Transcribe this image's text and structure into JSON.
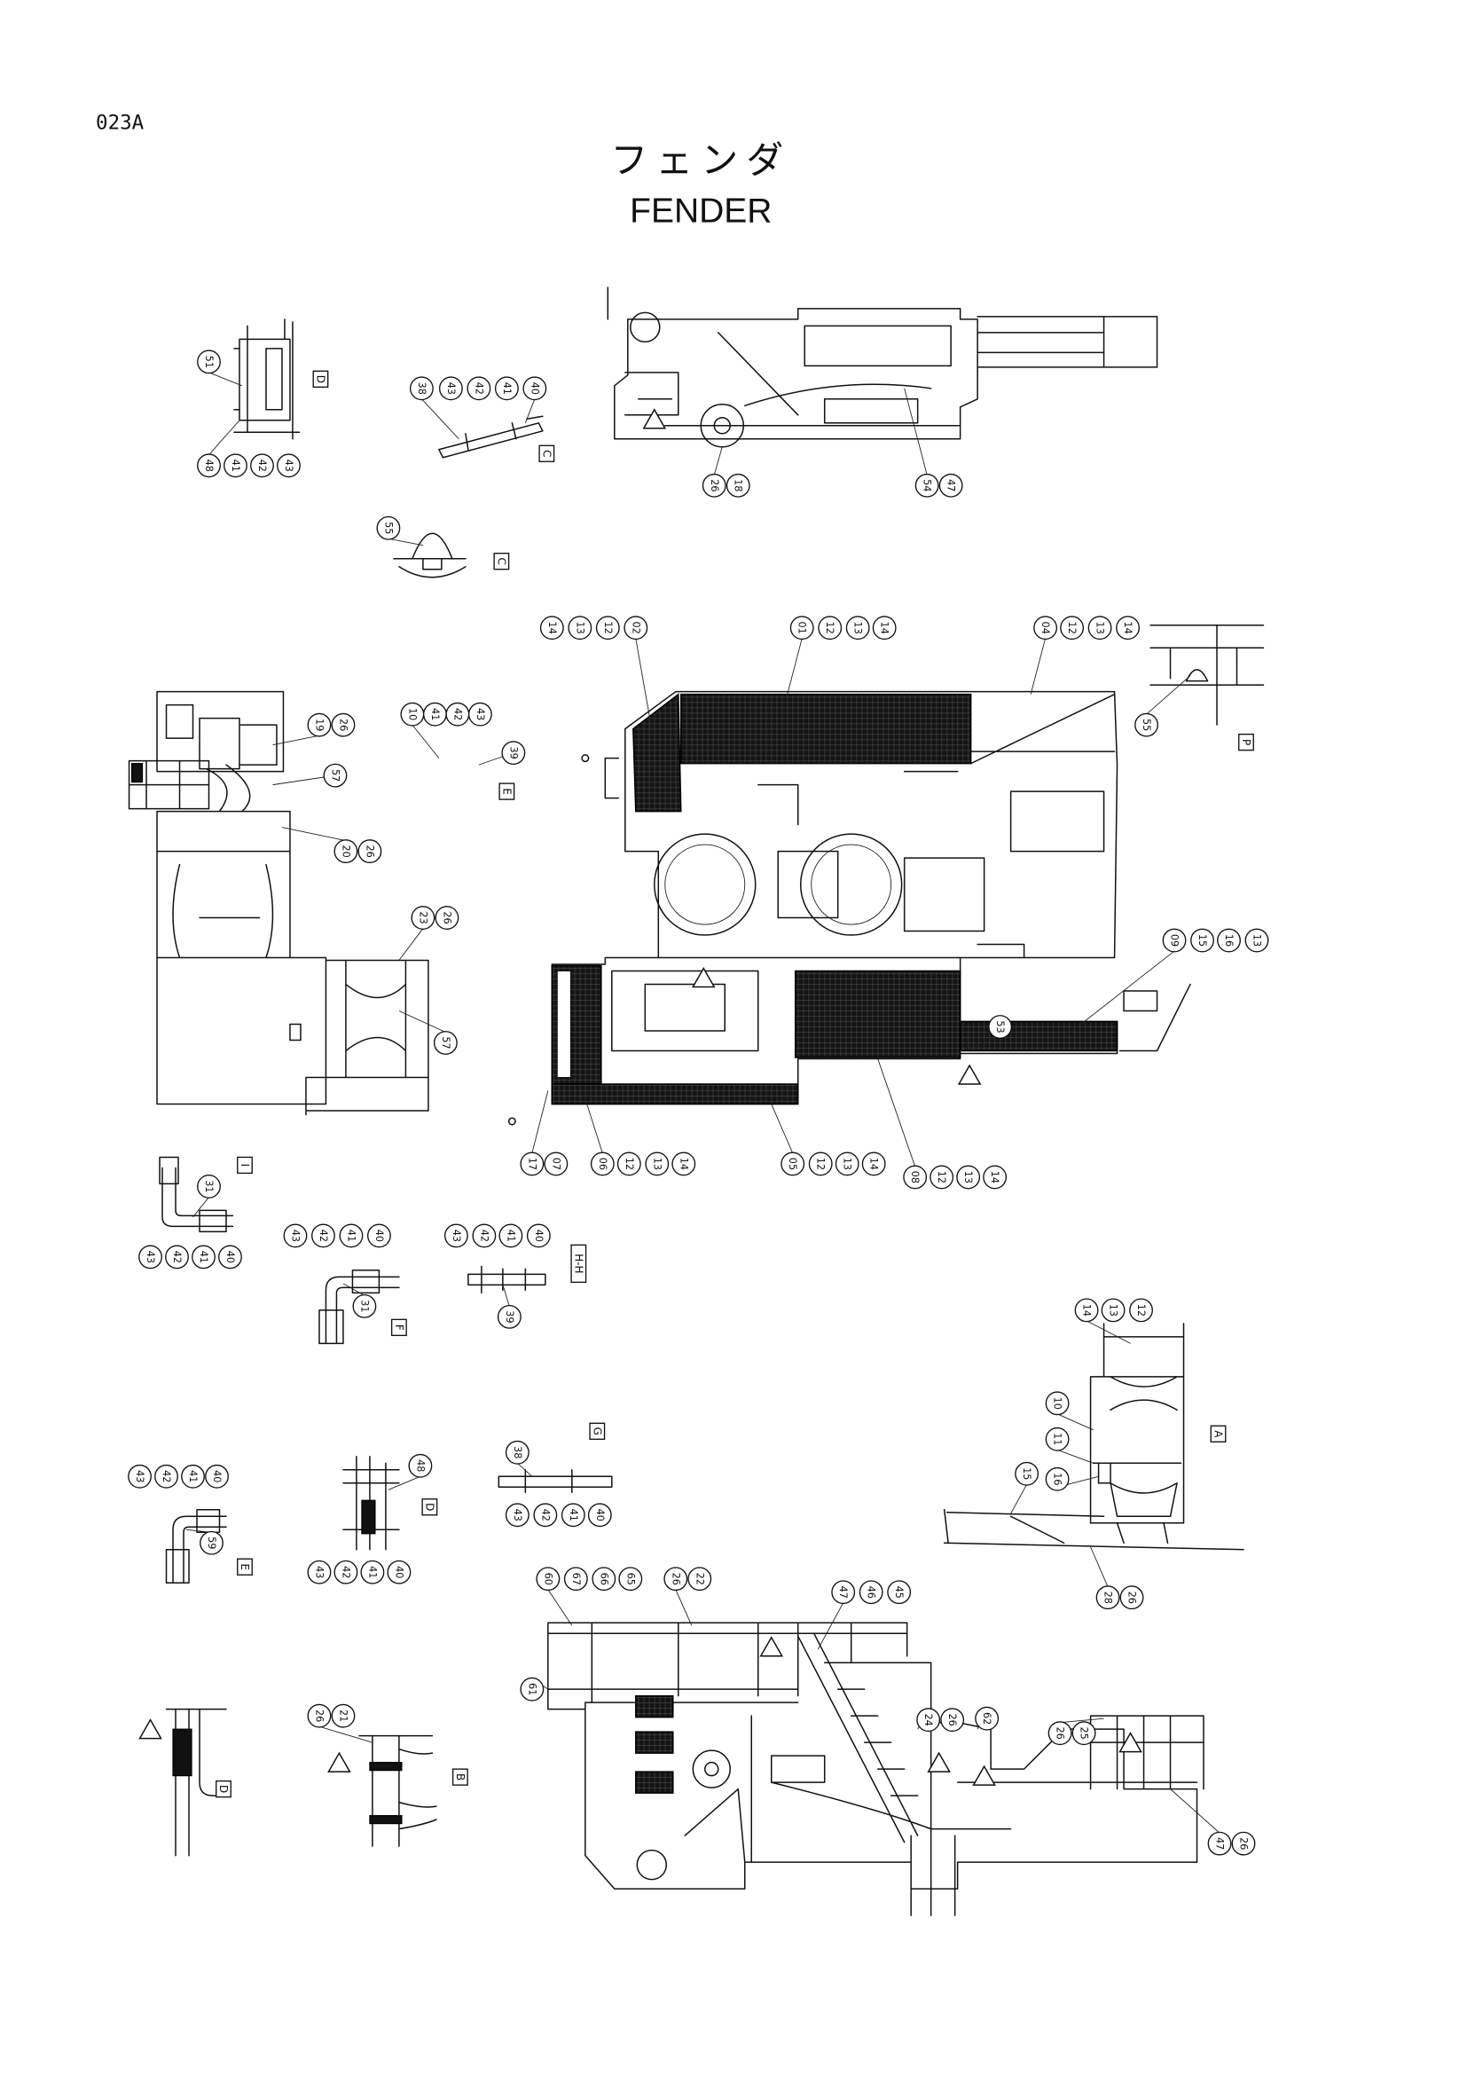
{
  "page_code": "023A",
  "title_ja": "フェンダ",
  "title_en": "FENDER",
  "callouts": [
    "51",
    "48",
    "41",
    "42",
    "43",
    "38",
    "43",
    "42",
    "41",
    "40",
    "26",
    "18",
    "54",
    "47",
    "55",
    "14",
    "13",
    "12",
    "02",
    "01",
    "12",
    "13",
    "14",
    "04",
    "12",
    "13",
    "14",
    "55",
    "19",
    "26",
    "57",
    "20",
    "26",
    "10",
    "41",
    "42",
    "43",
    "39",
    "23",
    "26",
    "57",
    "09",
    "15",
    "16",
    "13",
    "53",
    "17",
    "07",
    "06",
    "12",
    "13",
    "14",
    "05",
    "12",
    "13",
    "14",
    "08",
    "12",
    "13",
    "14",
    "31",
    "43",
    "42",
    "41",
    "40",
    "43",
    "42",
    "41",
    "40",
    "31",
    "43",
    "42",
    "41",
    "40",
    "39",
    "14",
    "13",
    "12",
    "10",
    "11",
    "15",
    "16",
    "28",
    "26",
    "43",
    "42",
    "41",
    "40",
    "59",
    "48",
    "43",
    "42",
    "41",
    "40",
    "38",
    "43",
    "42",
    "41",
    "40",
    "60",
    "67",
    "66",
    "65",
    "26",
    "22",
    "47",
    "46",
    "45",
    "61",
    "24",
    "26",
    "62",
    "26",
    "25",
    "47",
    "26",
    "26",
    "21"
  ],
  "view_labels": [
    "D",
    "C",
    "C",
    "P",
    "E",
    "I",
    "F",
    "H-H",
    "A",
    "G",
    "E",
    "D",
    "D",
    "B"
  ]
}
